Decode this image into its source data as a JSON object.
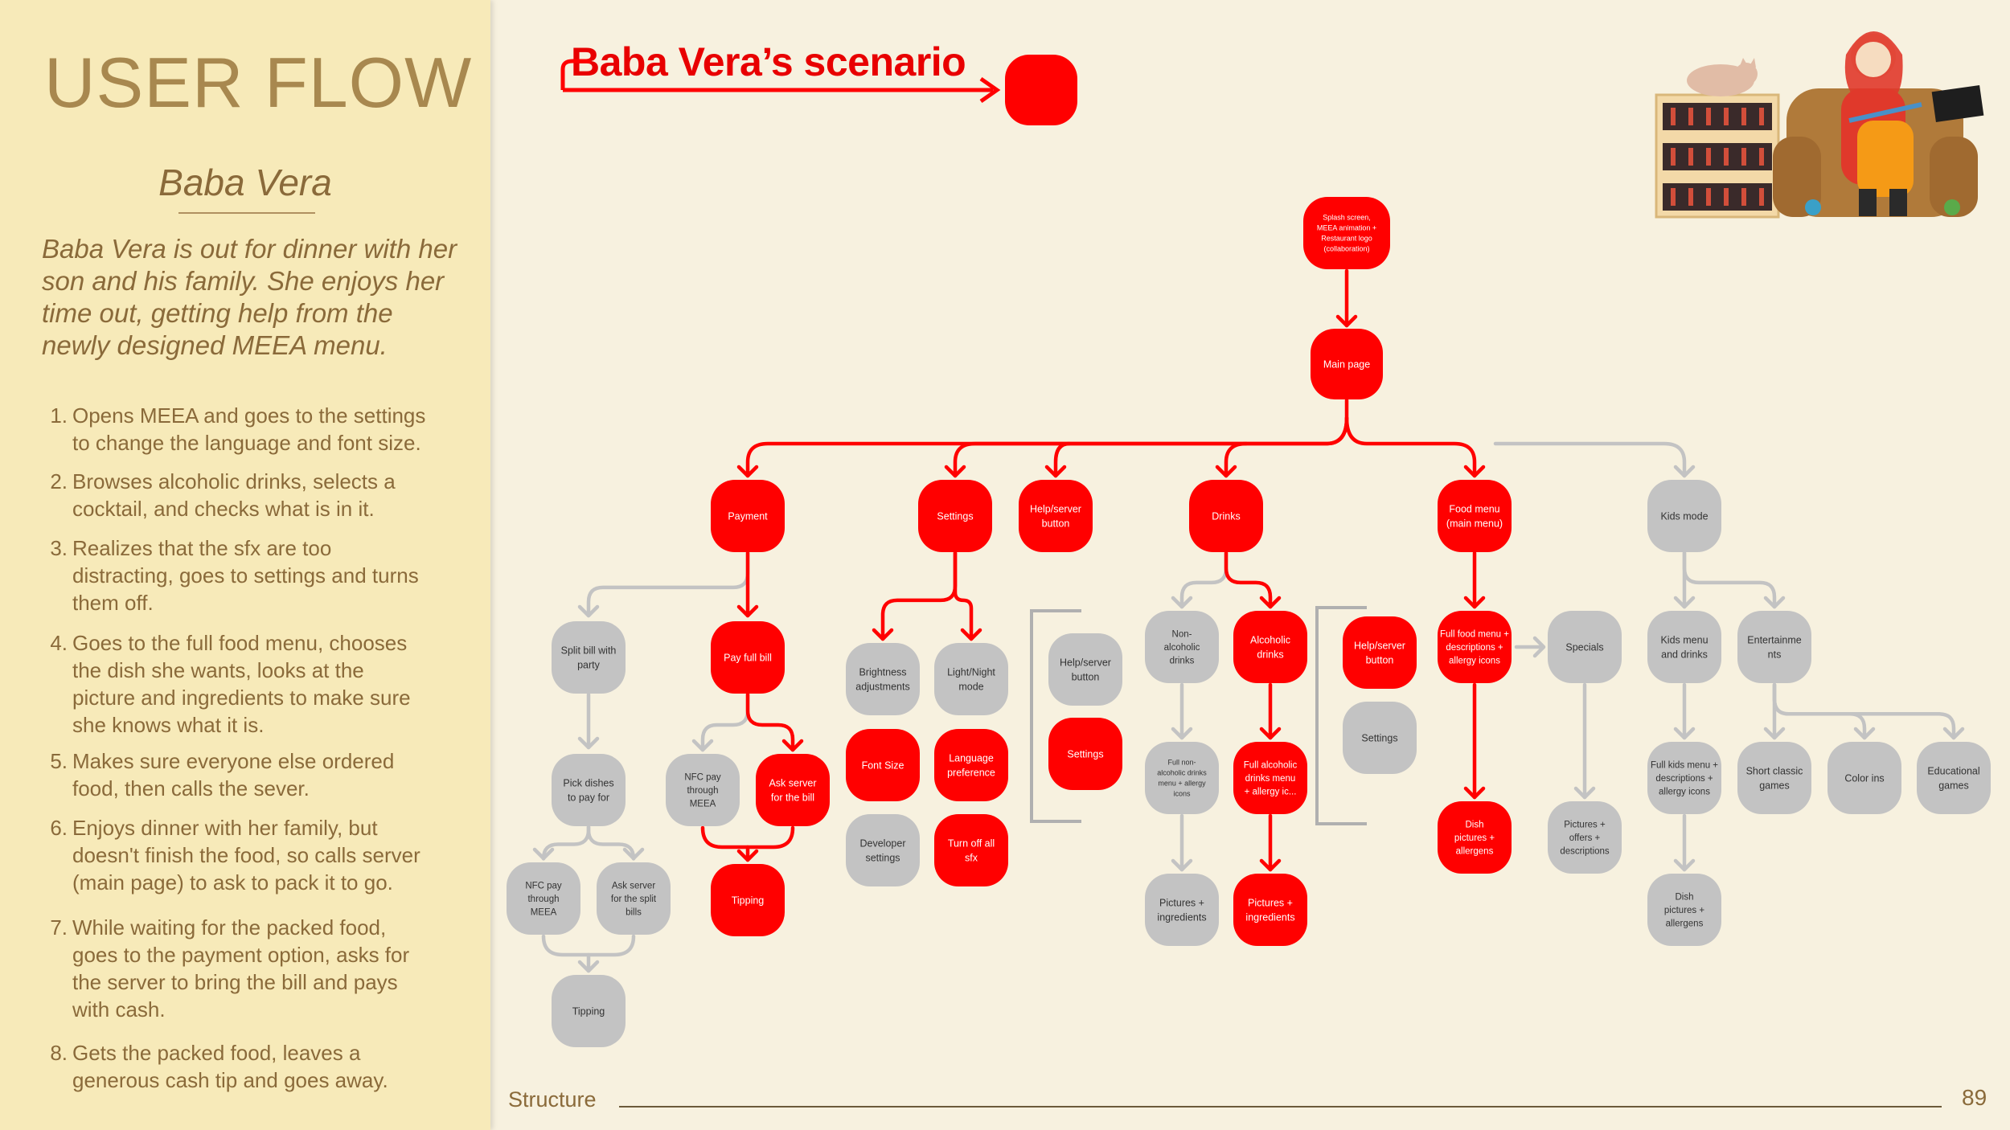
{
  "sidebar": {
    "title": "USER FLOW",
    "persona": "Baba Vera",
    "intro": "Baba Vera is out for dinner with her son and his family. She enjoys her time out, getting help from the newly designed MEEA menu.",
    "steps": [
      {
        "num": "1.",
        "lines": [
          "Opens MEEA and goes to the settings",
          "to change the language and font size."
        ]
      },
      {
        "num": "2.",
        "lines": [
          "Browses alcoholic drinks, selects a",
          "cocktail, and checks what is in it."
        ]
      },
      {
        "num": "3.",
        "lines": [
          "Realizes that the sfx are too",
          "distracting, goes to settings and turns",
          "them off."
        ]
      },
      {
        "num": "4.",
        "lines": [
          "Goes to the full food menu, chooses",
          "the dish she wants, looks at the",
          "picture and ingredients to make sure",
          "she knows what it is."
        ]
      },
      {
        "num": "5.",
        "lines": [
          "Makes sure everyone else ordered",
          "food, then calls the sever."
        ]
      },
      {
        "num": "6.",
        "lines": [
          "Enjoys dinner with her family, but",
          "doesn't finish the food, so calls server",
          "(main page) to ask to pack it to go."
        ]
      },
      {
        "num": "7.",
        "lines": [
          "While waiting for the packed food,",
          "goes to the payment option, asks for",
          "the server to bring the bill and pays",
          "with cash."
        ]
      },
      {
        "num": "8.",
        "lines": [
          "Gets the packed food, leaves a",
          "generous cash tip and goes away."
        ]
      }
    ]
  },
  "scenario": {
    "title": "Baba Vera’s scenario"
  },
  "colors": {
    "active": "#ff0000",
    "inactive": "#c3c3c3",
    "active_text": "#ffffff",
    "inactive_text": "#333333",
    "accent_text": "#e80000",
    "sidebar_text": "#8a6a3a"
  },
  "flow": {
    "splash": {
      "lines": [
        "Splash screen,",
        "MEEA animation +",
        "Restaurant logo",
        "(collaboration)"
      ],
      "active": true
    },
    "main_page": {
      "lines": [
        "Main page"
      ],
      "active": true
    },
    "payment": {
      "lines": [
        "Payment"
      ],
      "active": true
    },
    "split_bill": {
      "lines": [
        "Split bill with",
        "party"
      ],
      "active": false
    },
    "pick_dishes": {
      "lines": [
        "Pick dishes",
        "to pay for"
      ],
      "active": false
    },
    "nfc_split": {
      "lines": [
        "NFC pay",
        "through",
        "MEEA"
      ],
      "active": false
    },
    "ask_split": {
      "lines": [
        "Ask server",
        "for the split",
        "bills"
      ],
      "active": false
    },
    "tipping_split": {
      "lines": [
        "Tipping"
      ],
      "active": false
    },
    "pay_full": {
      "lines": [
        "Pay full bill"
      ],
      "active": true
    },
    "nfc_full": {
      "lines": [
        "NFC pay",
        "through",
        "MEEA"
      ],
      "active": false
    },
    "ask_server_bill": {
      "lines": [
        "Ask server",
        "for the bill"
      ],
      "active": true
    },
    "tipping_full": {
      "lines": [
        "Tipping"
      ],
      "active": true
    },
    "settings": {
      "lines": [
        "Settings"
      ],
      "active": true
    },
    "brightness": {
      "lines": [
        "Brightness",
        "adjustments"
      ],
      "active": false
    },
    "light_night": {
      "lines": [
        "Light/Night",
        "mode"
      ],
      "active": false
    },
    "font_size": {
      "lines": [
        "Font Size"
      ],
      "active": true
    },
    "language": {
      "lines": [
        "Language",
        "preference"
      ],
      "active": true
    },
    "developer": {
      "lines": [
        "Developer",
        "settings"
      ],
      "active": false
    },
    "sfx": {
      "lines": [
        "Turn off all",
        "sfx"
      ],
      "active": true
    },
    "help_server": {
      "lines": [
        "Help/server",
        "button"
      ],
      "active": true
    },
    "help_group_help": {
      "lines": [
        "Help/server",
        "button"
      ],
      "active": false
    },
    "help_group_settings": {
      "lines": [
        "Settings"
      ],
      "active": true
    },
    "drinks": {
      "lines": [
        "Drinks"
      ],
      "active": true
    },
    "non_alcoholic": {
      "lines": [
        "Non-",
        "alcoholic",
        "drinks"
      ],
      "active": false
    },
    "alcoholic": {
      "lines": [
        "Alcoholic",
        "drinks"
      ],
      "active": true
    },
    "full_non_alc": {
      "lines": [
        "Full non-",
        "alcoholic drinks",
        "menu + allergy",
        "icons"
      ],
      "active": false
    },
    "full_alc": {
      "lines": [
        "Full alcoholic",
        "drinks menu",
        "+ allergy ic..."
      ],
      "active": true
    },
    "pics_non_alc": {
      "lines": [
        "Pictures +",
        "ingredients"
      ],
      "active": false
    },
    "pics_alc": {
      "lines": [
        "Pictures +",
        "ingredients"
      ],
      "active": true
    },
    "drinks_group_help": {
      "lines": [
        "Help/server",
        "button"
      ],
      "active": true
    },
    "drinks_group_settings": {
      "lines": [
        "Settings"
      ],
      "active": false
    },
    "food_menu": {
      "lines": [
        "Food menu",
        "(main menu)"
      ],
      "active": true
    },
    "full_food": {
      "lines": [
        "Full food menu +",
        "descriptions +",
        "allergy icons"
      ],
      "active": true
    },
    "specials": {
      "lines": [
        "Specials"
      ],
      "active": false
    },
    "dish_pics": {
      "lines": [
        "Dish",
        "pictures +",
        "allergens"
      ],
      "active": true
    },
    "offers": {
      "lines": [
        "Pictures +",
        "offers +",
        "descriptions"
      ],
      "active": false
    },
    "kids_mode": {
      "lines": [
        "Kids mode"
      ],
      "active": false
    },
    "kids_menu": {
      "lines": [
        "Kids menu",
        "and drinks"
      ],
      "active": false
    },
    "entertainment": {
      "lines": [
        "Entertainme",
        "nts"
      ],
      "active": false
    },
    "full_kids": {
      "lines": [
        "Full kids menu +",
        "descriptions +",
        "allergy icons"
      ],
      "active": false
    },
    "kids_dish_pics": {
      "lines": [
        "Dish",
        "pictures +",
        "allergens"
      ],
      "active": false
    },
    "classic_games": {
      "lines": [
        "Short classic",
        "games"
      ],
      "active": false
    },
    "color_ins": {
      "lines": [
        "Color ins"
      ],
      "active": false
    },
    "edu_games": {
      "lines": [
        "Educational",
        "games"
      ],
      "active": false
    }
  },
  "footer": {
    "label": "Structure",
    "page": "89"
  }
}
